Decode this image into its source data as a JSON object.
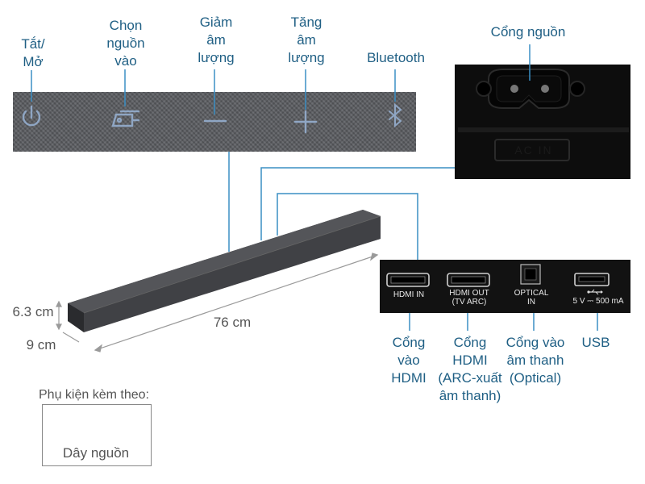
{
  "controls": {
    "power_label": "Tắt/\nMở",
    "input_label": "Chọn\nnguồn\nvào",
    "vol_down_label": "Giảm\nâm\nlượng",
    "vol_up_label": "Tăng\nâm\nlượng",
    "bluetooth_label": "Bluetooth"
  },
  "power_port": {
    "label": "Cổng nguồn",
    "panel_text": "AC IN"
  },
  "ports_panel": {
    "hdmi_in": "HDMI IN",
    "hdmi_out": "HDMI OUT\n(TV ARC)",
    "optical": "OPTICAL\nIN",
    "usb": "5 V ⎓ 500 mA"
  },
  "port_labels": {
    "hdmi_in": "Cổng\nvào\nHDMI",
    "hdmi_out": "Cổng\nHDMI\n(ARC-xuất\nâm thanh)",
    "optical": "Cổng vào\nâm thanh\n(Optical)",
    "usb": "USB"
  },
  "dimensions": {
    "height": "6.3 cm",
    "depth": "9 cm",
    "length": "76 cm"
  },
  "accessories": {
    "title": "Phụ kiện kèm theo:",
    "item": "Dây nguồn"
  },
  "colors": {
    "label": "#1f5f84",
    "line": "#3a8fc4",
    "fabric": "#5b5d61",
    "icon": "#8fa6c4"
  },
  "icons": [
    "power-icon",
    "input-source-icon",
    "minus-icon",
    "plus-icon",
    "bluetooth-icon",
    "usb-icon"
  ]
}
